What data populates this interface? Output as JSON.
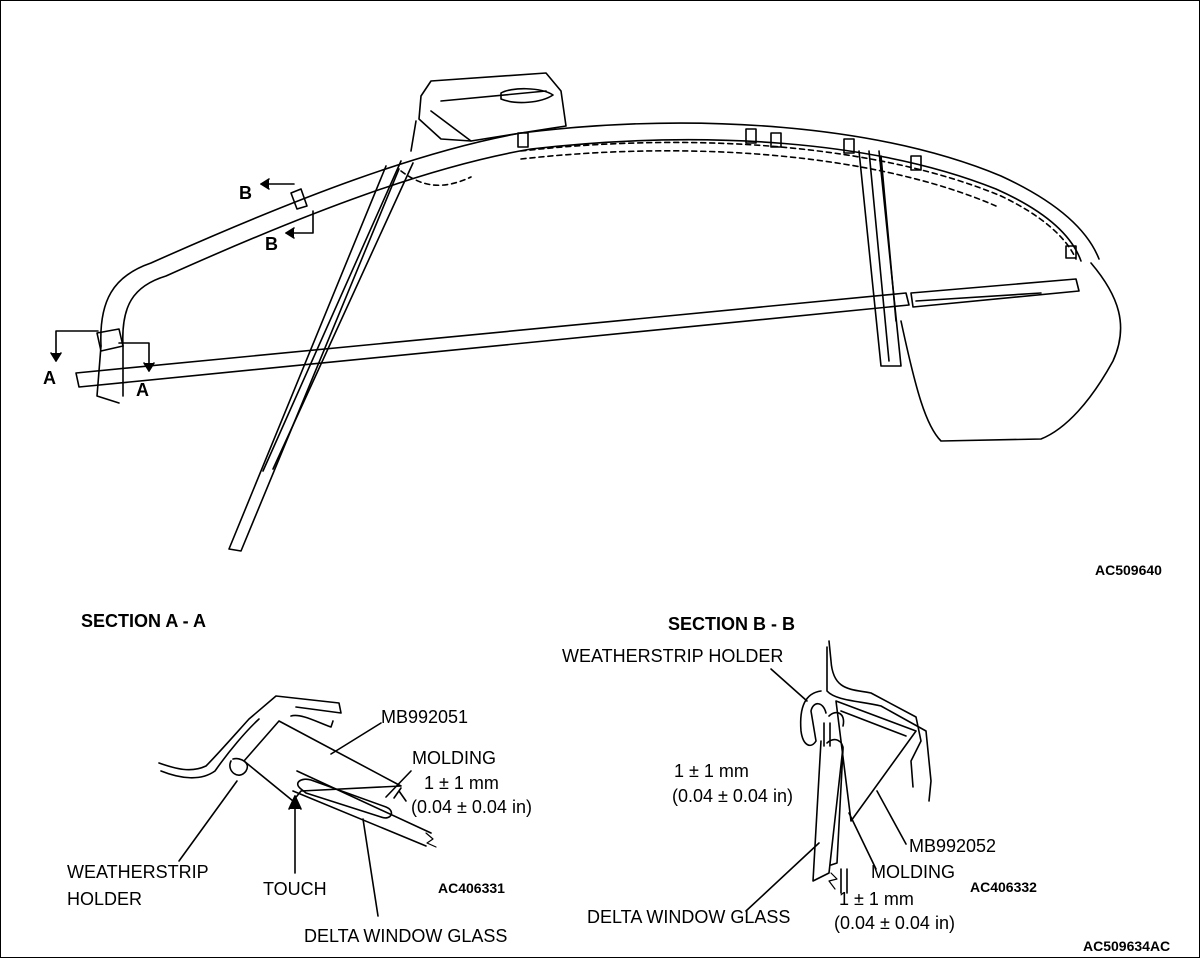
{
  "figure": {
    "top_view_code": "AC509640",
    "overall_code": "AC509634AC",
    "section_markers": {
      "a": "A",
      "b": "B"
    },
    "section_a": {
      "title": "SECTION A - A",
      "tool": "MB992051",
      "molding": "MOLDING",
      "clearance_mm": "1 ± 1 mm",
      "clearance_in": "(0.04 ± 0.04 in)",
      "weatherstrip_line1": "WEATHERSTRIP",
      "weatherstrip_line2": "HOLDER",
      "touch": "TOUCH",
      "glass": "DELTA WINDOW GLASS",
      "code": "AC406331"
    },
    "section_b": {
      "title": "SECTION B - B",
      "weatherstrip": "WEATHERSTRIP HOLDER",
      "clearance1_mm": "1 ± 1 mm",
      "clearance1_in": "(0.04 ± 0.04 in)",
      "tool": "MB992052",
      "molding": "MOLDING",
      "clearance2_mm": "1 ± 1 mm",
      "clearance2_in": "(0.04 ± 0.04 in)",
      "glass": "DELTA WINDOW GLASS",
      "code": "AC406332"
    }
  }
}
